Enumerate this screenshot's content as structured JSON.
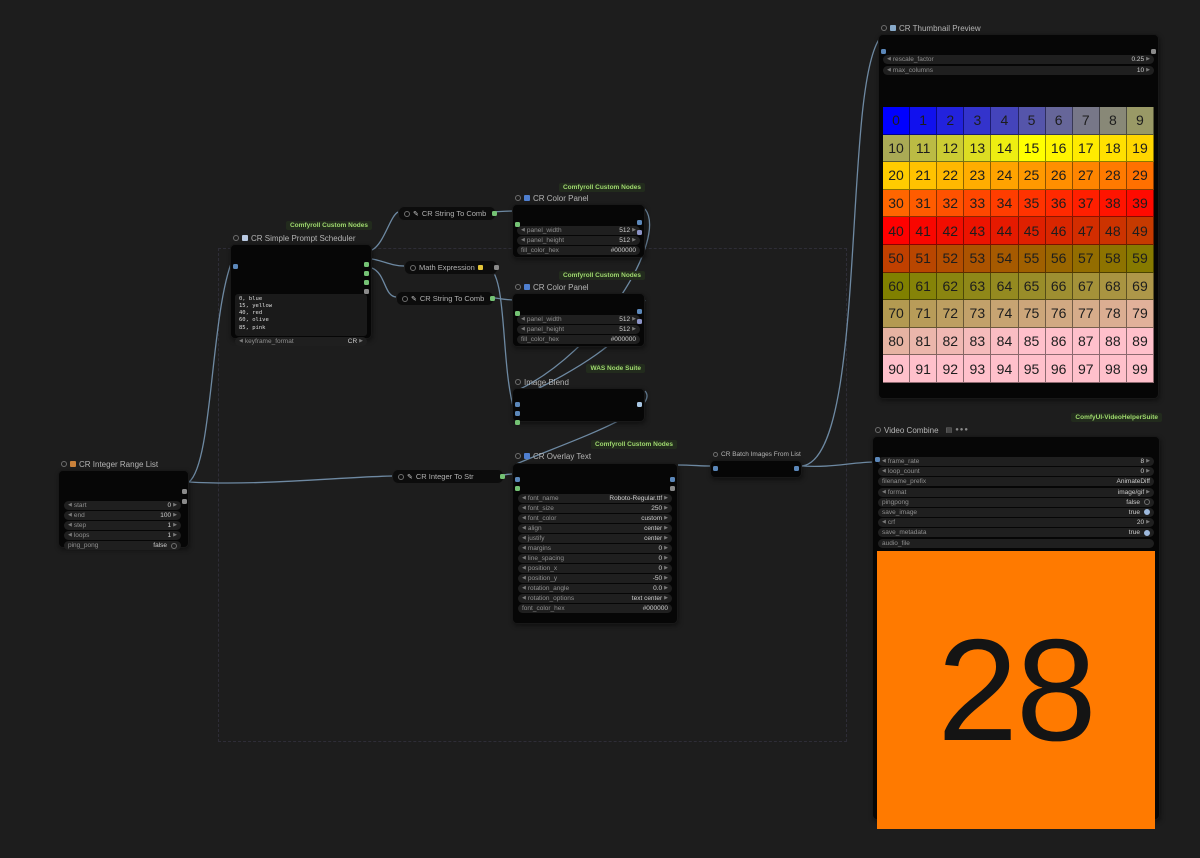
{
  "canvas": {
    "background": "#1d1d1d",
    "link_color": "#7c9cba"
  },
  "badges": {
    "comfyroll": "Comfyroll Custom Nodes",
    "was": "WAS Node Suite",
    "vhs": "ComfyUI-VideoHelperSuite"
  },
  "nodes": {
    "thumbnail_preview": {
      "title": "CR Thumbnail Preview",
      "widgets": [
        {
          "t": "stepper",
          "n": "rescale_factor",
          "v": "0.25"
        },
        {
          "t": "stepper",
          "n": "max_columns",
          "v": "10"
        }
      ]
    },
    "video_combine": {
      "title": "Video Combine",
      "widgets": [
        {
          "t": "stepper",
          "n": "frame_rate",
          "v": "8"
        },
        {
          "t": "stepper",
          "n": "loop_count",
          "v": "0"
        },
        {
          "t": "text",
          "n": "filename_prefix",
          "v": "AnimateDiff"
        },
        {
          "t": "stepper",
          "n": "format",
          "v": "image/gif"
        },
        {
          "t": "toggle",
          "n": "pingpong",
          "v": "false"
        },
        {
          "t": "toggle",
          "n": "save_image",
          "v": "true"
        },
        {
          "t": "stepper",
          "n": "crf",
          "v": "20"
        },
        {
          "t": "toggle",
          "n": "save_metadata",
          "v": "true"
        },
        {
          "t": "text",
          "n": "audio_file",
          "v": ""
        }
      ],
      "preview": {
        "text": "28",
        "background": "#ff7a00"
      }
    },
    "integer_range_list": {
      "title": "CR Integer Range List",
      "widgets": [
        {
          "t": "stepper",
          "n": "start",
          "v": "0"
        },
        {
          "t": "stepper",
          "n": "end",
          "v": "100"
        },
        {
          "t": "stepper",
          "n": "step",
          "v": "1"
        },
        {
          "t": "stepper",
          "n": "loops",
          "v": "1"
        },
        {
          "t": "toggle",
          "n": "ping_pong",
          "v": "false"
        }
      ]
    },
    "prompt_scheduler": {
      "title": "CR Simple Prompt Scheduler",
      "text": "0, blue\n15, yellow\n40, red\n60, olive\n85, pink",
      "widgets": [
        {
          "t": "stepper",
          "n": "keyframe_format",
          "v": "CR"
        }
      ]
    },
    "string_to_comb_1": {
      "title": "CR String To Comb"
    },
    "string_to_comb_2": {
      "title": "CR String To Comb"
    },
    "math_expression": {
      "title": "Math Expression"
    },
    "integer_to_str": {
      "title": "CR Integer To Str"
    },
    "color_panel_1": {
      "title": "CR Color Panel",
      "widgets": [
        {
          "t": "stepper",
          "n": "panel_width",
          "v": "512"
        },
        {
          "t": "stepper",
          "n": "panel_height",
          "v": "512"
        },
        {
          "t": "text",
          "n": "fill_color_hex",
          "v": "#000000"
        }
      ]
    },
    "color_panel_2": {
      "title": "CR Color Panel",
      "widgets": [
        {
          "t": "stepper",
          "n": "panel_width",
          "v": "512"
        },
        {
          "t": "stepper",
          "n": "panel_height",
          "v": "512"
        },
        {
          "t": "text",
          "n": "fill_color_hex",
          "v": "#000000"
        }
      ]
    },
    "image_blend": {
      "title": "Image Blend"
    },
    "overlay_text": {
      "title": "CR Overlay Text",
      "widgets": [
        {
          "t": "stepper",
          "n": "font_name",
          "v": "Roboto-Regular.ttf"
        },
        {
          "t": "stepper",
          "n": "font_size",
          "v": "250"
        },
        {
          "t": "stepper",
          "n": "font_color",
          "v": "custom"
        },
        {
          "t": "stepper",
          "n": "align",
          "v": "center"
        },
        {
          "t": "stepper",
          "n": "justify",
          "v": "center"
        },
        {
          "t": "stepper",
          "n": "margins",
          "v": "0"
        },
        {
          "t": "stepper",
          "n": "line_spacing",
          "v": "0"
        },
        {
          "t": "stepper",
          "n": "position_x",
          "v": "0"
        },
        {
          "t": "stepper",
          "n": "position_y",
          "v": "-50"
        },
        {
          "t": "stepper",
          "n": "rotation_angle",
          "v": "0.0"
        },
        {
          "t": "stepper",
          "n": "rotation_options",
          "v": "text center"
        },
        {
          "t": "text",
          "n": "font_color_hex",
          "v": "#000000"
        }
      ]
    },
    "batch_images": {
      "title": "CR Batch Images From List"
    }
  },
  "thumbnail_grid": {
    "numbers": [
      0,
      1,
      2,
      3,
      4,
      5,
      6,
      7,
      8,
      9,
      10,
      11,
      12,
      13,
      14,
      15,
      16,
      17,
      18,
      19,
      20,
      21,
      22,
      23,
      24,
      25,
      26,
      27,
      28,
      29,
      30,
      31,
      32,
      33,
      34,
      35,
      36,
      37,
      38,
      39,
      40,
      41,
      42,
      43,
      44,
      45,
      46,
      47,
      48,
      49,
      50,
      51,
      52,
      53,
      54,
      55,
      56,
      57,
      58,
      59,
      60,
      61,
      62,
      63,
      64,
      65,
      66,
      67,
      68,
      69,
      70,
      71,
      72,
      73,
      74,
      75,
      76,
      77,
      78,
      79,
      80,
      81,
      82,
      83,
      84,
      85,
      86,
      87,
      88,
      89,
      90,
      91,
      92,
      93,
      94,
      95,
      96,
      97,
      98,
      99
    ],
    "colors": [
      "#0000ff",
      "#1111ee",
      "#2222dd",
      "#3333cc",
      "#4444bb",
      "#5555aa",
      "#666699",
      "#777788",
      "#888877",
      "#999966",
      "#aaaa55",
      "#bbbb44",
      "#cccc33",
      "#dddd22",
      "#eeee11",
      "#ffff00",
      "#fff500",
      "#ffeb00",
      "#ffe000",
      "#ffd600",
      "#ffcc00",
      "#ffc200",
      "#ffb800",
      "#ffad00",
      "#ffa300",
      "#ff9900",
      "#ff8f00",
      "#ff8500",
      "#ff7a00",
      "#ff7000",
      "#ff6600",
      "#ff5c00",
      "#ff5200",
      "#ff4700",
      "#ff3d00",
      "#ff3300",
      "#ff2900",
      "#ff1f00",
      "#ff1400",
      "#ff0a00",
      "#ff0000",
      "#f90600",
      "#f20d00",
      "#ec1300",
      "#e61a00",
      "#df2000",
      "#d92600",
      "#d32d00",
      "#cc3300",
      "#c63a00",
      "#c04000",
      "#b94600",
      "#b34d00",
      "#ac5300",
      "#a65a00",
      "#a06000",
      "#996600",
      "#936d00",
      "#8d7300",
      "#867a00",
      "#808000",
      "#858308",
      "#8a8510",
      "#8f8818",
      "#948a20",
      "#998d29",
      "#9e8f31",
      "#a49239",
      "#a99441",
      "#ae9749",
      "#b39a51",
      "#b89c59",
      "#bd9f61",
      "#c2a16a",
      "#c7a472",
      "#cca67a",
      "#d1a982",
      "#d6ac8a",
      "#dbae92",
      "#e1b19a",
      "#e6b3a2",
      "#ebb6ab",
      "#f0b8b3",
      "#f5bbbb",
      "#fabdc3",
      "#ffc0cb",
      "#ffc0cb",
      "#ffc0cb",
      "#ffc0cb",
      "#ffc0cb",
      "#ffc0cb",
      "#ffc0cb",
      "#ffc0cb",
      "#ffc0cb",
      "#ffc0cb",
      "#ffc0cb",
      "#ffc0cb",
      "#ffc0cb",
      "#ffc0cb",
      "#ffc0cb"
    ]
  }
}
